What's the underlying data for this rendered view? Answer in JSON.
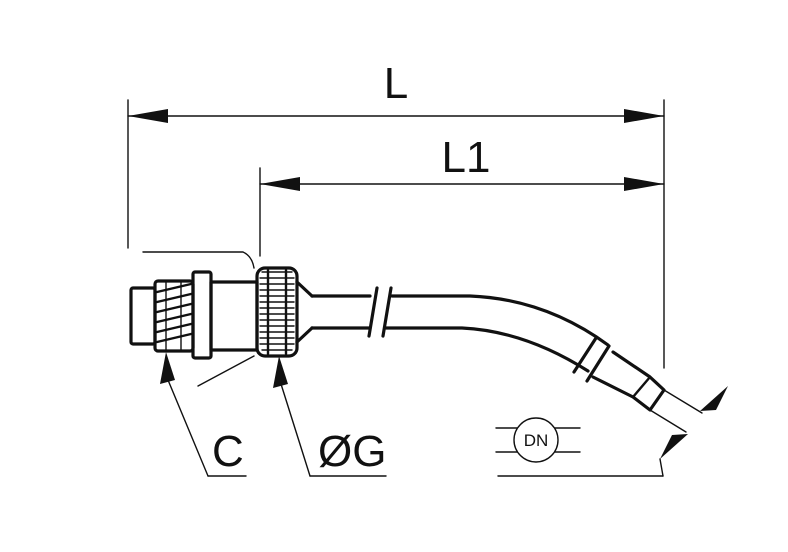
{
  "dimensions": {
    "overall_length": "L",
    "tube_length": "L1",
    "thread": "C",
    "outer_diameter": "ØG",
    "nominal_diameter": "DN"
  },
  "colors": {
    "line": "#111111",
    "background": "#ffffff"
  }
}
